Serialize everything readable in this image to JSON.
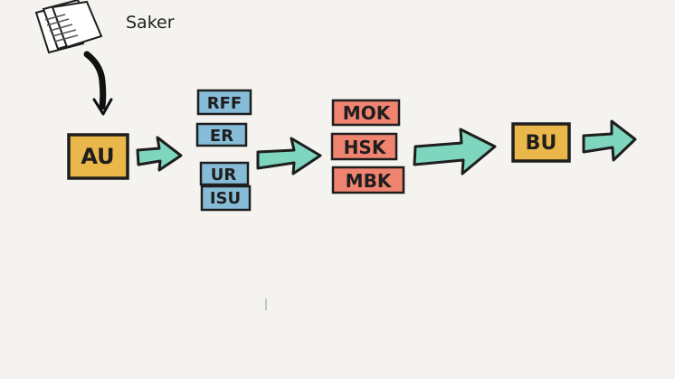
{
  "documents_label": "Saker",
  "nodes": {
    "au": "AU",
    "rff": "RFF",
    "er": "ER",
    "ur": "UR",
    "isu": "ISU",
    "mok": "MOK",
    "hsk": "HSK",
    "mbk": "MBK",
    "bu": "BU"
  },
  "colors": {
    "background": "#f4f3ef",
    "yellow_box": "#eab84a",
    "blue_box": "#86bcd8",
    "red_box": "#f08471",
    "arrow_fill": "#7ed6bf",
    "outline": "#1e1e1e"
  }
}
